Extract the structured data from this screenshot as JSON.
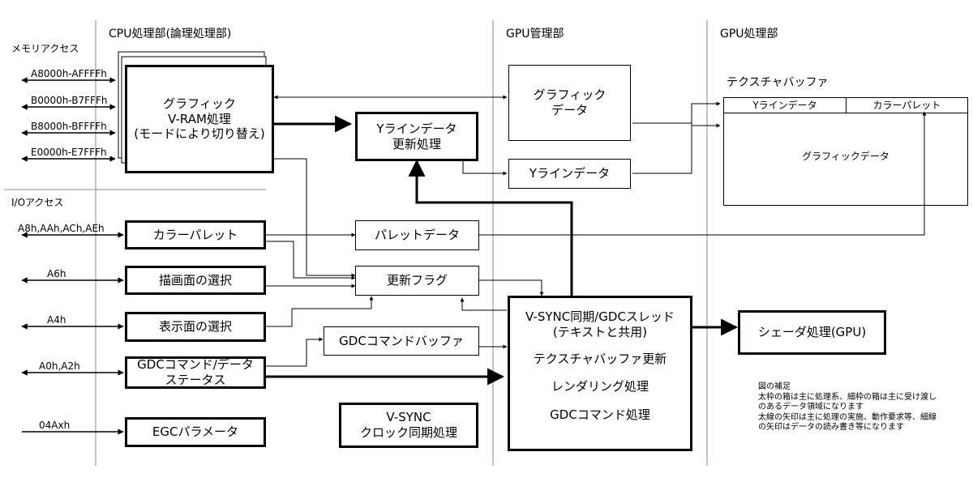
{
  "sections": {
    "cpu": "CPU処理部(論理処理部)",
    "gpu_mgmt": "GPU管理部",
    "gpu_proc": "GPU処理部",
    "memory_access": "メモリアクセス",
    "io_access": "I/Oアクセス"
  },
  "memory_ports": [
    "A8000h-AFFFFh",
    "B0000h-B7FFFh",
    "B8000h-BFFFFh",
    "E0000h-E7FFFh"
  ],
  "io_ports": [
    "A8h,AAh,ACh,AEh",
    "A6h",
    "A4h",
    "A0h,A2h",
    "04Axh"
  ],
  "boxes": {
    "vram": [
      "グラフィック",
      "V-RAM処理",
      "(モードにより切り替え)"
    ],
    "yline_update": [
      "Yラインデータ",
      "更新処理"
    ],
    "graphic_data": [
      "グラフィック",
      "データ"
    ],
    "yline_data": "Yラインデータ",
    "color_palette": "カラーパレット",
    "palette_data": "パレットデータ",
    "draw_select": "描画面の選択",
    "update_flag": "更新フラグ",
    "display_select": "表示面の選択",
    "gdc_cmd_buffer": "GDCコマンドバッファ",
    "gdc_cmd_data": [
      "GDCコマンド/データ",
      "ステータス"
    ],
    "egc_param": "EGCパラメータ",
    "vsync_clock": [
      "V-SYNC",
      "クロック同期処理"
    ],
    "vsync_thread": [
      "V-SYNC同期/GDCスレッド",
      "(テキストと共用)",
      "テクスチャバッファ更新",
      "レンダリング処理",
      "GDCコマンド処理"
    ],
    "shader": "シェーダ処理(GPU)"
  },
  "texture_buffer": {
    "title": "テクスチャバッファ",
    "cells": [
      "Yラインデータ",
      "カラーパレット"
    ],
    "body": "グラフィックデータ"
  },
  "legend": [
    "図の補足",
    "太枠の箱は主に処理系、細枠の箱は主に受け渡し",
    "のあるデータ領域になります",
    "太線の矢印は主に処理の実施、動作要求等、細線",
    "の矢印はデータの読み書き等になります"
  ]
}
